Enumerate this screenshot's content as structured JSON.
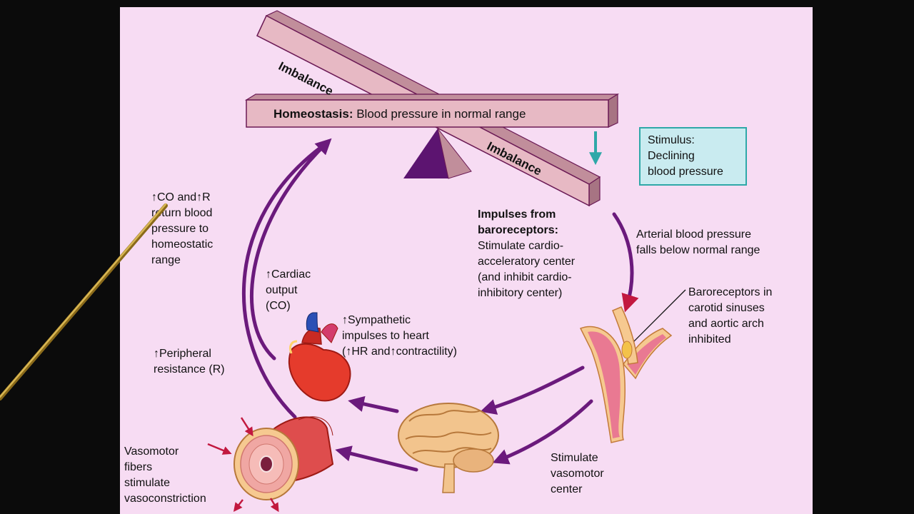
{
  "colors": {
    "slide_background": "#f7dcf3",
    "arrow_purple": "#6b1a7c",
    "seesaw_beam": "#e7b9c4",
    "fulcrum": "#5c1470",
    "stimulus_box_fill": "#c9ebf0",
    "stimulus_box_border": "#2fa8a8",
    "stimulus_arrow": "#2fa8a8"
  },
  "seesaw": {
    "tilted_bar_left_label": "Imbalance",
    "tilted_bar_right_label": "Imbalance",
    "homeostasis_bold": "Homeostasis:",
    "homeostasis_text": "Blood pressure in normal range"
  },
  "stimulus": {
    "text": "Stimulus:\nDeclining\nblood pressure"
  },
  "labels": {
    "co_r_return": "↑CO and↑R\nreturn blood\npressure to\nhomeostatic\nrange",
    "impulses_bold": "Impulses from\nbaroreceptors:",
    "impulses_text": "Stimulate cardio-\nacceleratory center\n(and inhibit cardio-\ninhibitory center)",
    "arterial_falls": "Arterial blood pressure\nfalls below normal range",
    "baroreceptors": "Baroreceptors in\ncarotid sinuses\nand aortic arch\ninhibited",
    "cardiac_output": "↑Cardiac\noutput\n(CO)",
    "sympathetic": "↑Sympathetic\nimpulses to heart\n(↑HR and↑contractility)",
    "peripheral": "↑Peripheral\nresistance (R)",
    "vasomotor": "Vasomotor\nfibers\nstimulate\nvasoconstriction",
    "stimulate_vasomotor": "Stimulate\nvasomotor\ncenter"
  },
  "icons": [
    "heart-icon",
    "brain-icon",
    "artery-icon",
    "blood-vessel-icon",
    "teacher-pointer"
  ]
}
